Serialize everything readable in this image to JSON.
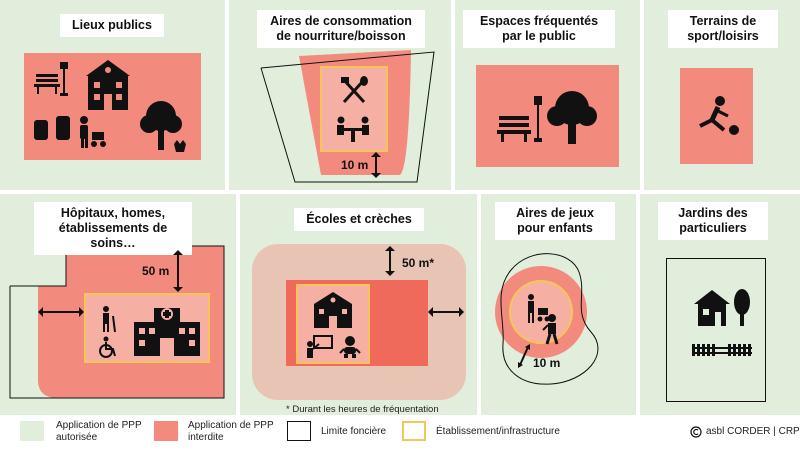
{
  "panels": {
    "lieux_publics": "Lieux publics",
    "aires_consommation": "Aires de consommation de nourriture/boisson",
    "espaces_frequentes": "Espaces fréquentés par le public",
    "terrains_sport": "Terrains de sport/loisirs",
    "hopitaux": "Hôpitaux, homes, établissements de soins…",
    "ecoles": "Écoles et crèches",
    "aires_jeux": "Aires de jeux pour enfants",
    "jardins": "Jardins des particuliers"
  },
  "distances": {
    "aires_consommation": "10 m",
    "hopitaux": "50 m",
    "ecoles": "50 m*",
    "aires_jeux": "10 m"
  },
  "footnote": "* Durant les heures de fréquentation",
  "legend": {
    "autorisee": "Application de PPP autorisée",
    "interdite": "Application de PPP interdite",
    "limite": "Limite foncière",
    "etablissement": "Établissement/infrastructure"
  },
  "credit": "asbl CORDER | CRP",
  "colors": {
    "allowed": "#e0eedb",
    "forbidden": "#f28b7e",
    "establishment_border": "#f5c55c",
    "school_buffer": "#e8c4b4"
  },
  "icons": [
    "bench-icon",
    "lamp-icon",
    "building-icon",
    "tree-icon",
    "person-stroller-icon",
    "fork-knife-icon",
    "table-icon",
    "football-player-icon",
    "elderly-icon",
    "wheelchair-icon",
    "hospital-icon",
    "school-icon",
    "teacher-icon",
    "baby-icon",
    "house-icon",
    "fence-icon"
  ]
}
